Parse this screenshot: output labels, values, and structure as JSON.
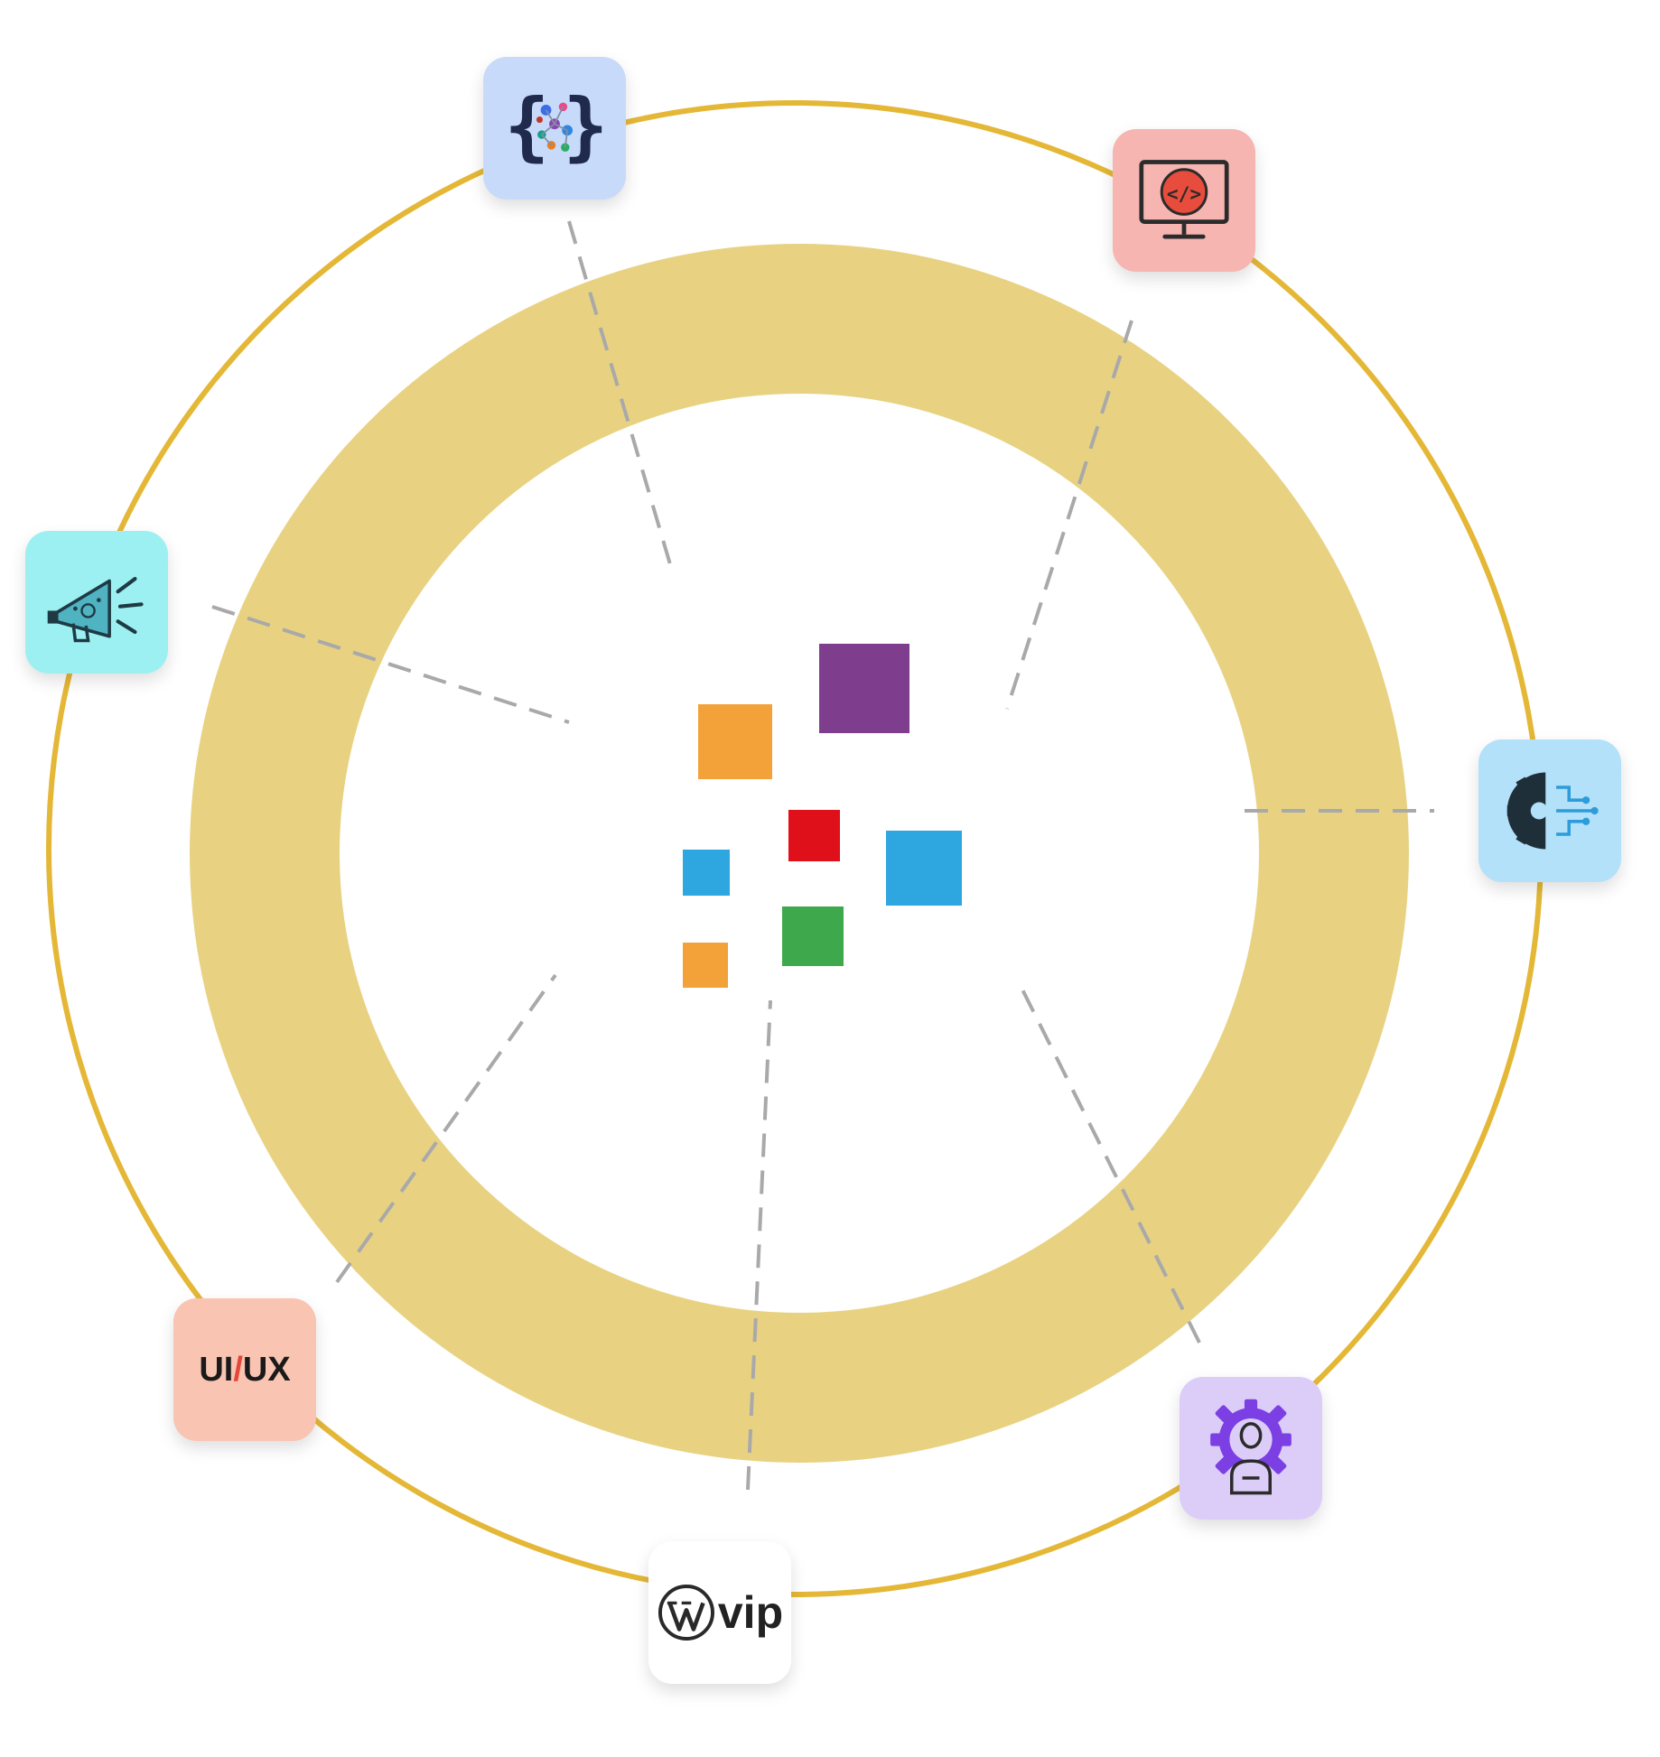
{
  "colors": {
    "outer_ring": "#e4b736",
    "inner_band": "#e8d282",
    "connector": "#a9a9a9",
    "logo_orange": "#f3a23a",
    "logo_purple": "#7e3e8d",
    "logo_red": "#e0101b",
    "logo_blue": "#2ea6df",
    "logo_green": "#3ea84c"
  },
  "nodes": [
    {
      "id": "data-science",
      "icon": "code-braces-network-icon",
      "bg": "#c8daf9"
    },
    {
      "id": "web-development",
      "icon": "monitor-code-icon",
      "bg": "#f6b5b0"
    },
    {
      "id": "digital-marketing",
      "icon": "megaphone-icon",
      "bg": "#9cf0f2"
    },
    {
      "id": "automation",
      "icon": "gear-circuit-icon",
      "bg": "#b3e1f9"
    },
    {
      "id": "ui-ux-design",
      "icon": "ui-ux-text-icon",
      "bg": "#f9c4b1",
      "label": "UI/UX"
    },
    {
      "id": "wordpress-vip",
      "icon": "wordpress-logo-icon",
      "bg": "#ffffff",
      "label": "vip"
    },
    {
      "id": "it-consulting",
      "icon": "gear-person-icon",
      "bg": "#dccdf8"
    }
  ]
}
